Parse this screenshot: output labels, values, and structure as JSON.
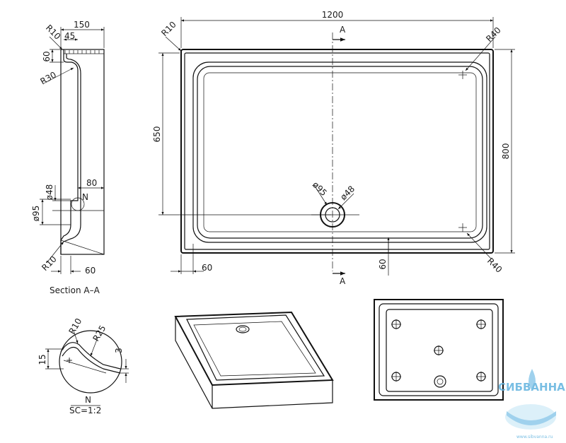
{
  "top_view": {
    "width": "1200",
    "depth": "800",
    "inner_depth": "650",
    "corner_outer": "R10",
    "corner_inner_tr": "R40",
    "corner_inner_br": "R40",
    "drain_outer": "ø95",
    "drain_inner": "ø48",
    "rim_left": "60",
    "rim_bottom": "60",
    "section_mark": "A"
  },
  "section_view": {
    "title": "Section A–A",
    "width": "150",
    "rim": "45",
    "rim_height": "60",
    "top_radius": "R10",
    "inner_radius": "R30",
    "drain_outer": "ø95",
    "drain_inner": "ø48",
    "drain_offset": "80",
    "bottom_radius": "R10",
    "base": "60",
    "detail_mark": "N"
  },
  "detail_view": {
    "r1": "R10",
    "r2": "R25",
    "depth": "15",
    "thickness": "3",
    "name": "N",
    "scale": "SC=1:2"
  },
  "watermark": {
    "brand": "СИБВАННА",
    "url": "www.sibvanna.ru"
  }
}
